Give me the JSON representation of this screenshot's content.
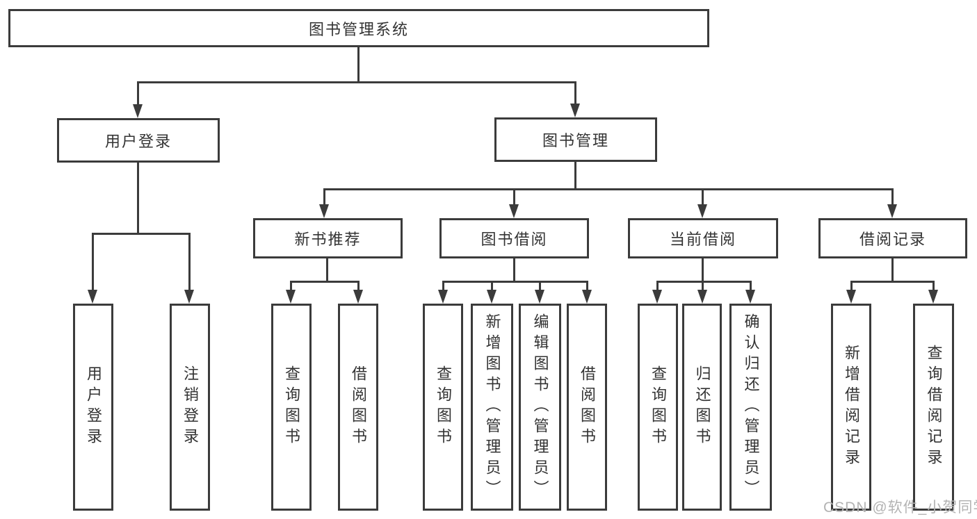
{
  "nodes": {
    "root": "图书管理系统",
    "user_login": "用户登录",
    "book_mgmt": "图书管理",
    "new_book_rec": "新书推荐",
    "book_borrow": "图书借阅",
    "current_borrow": "当前借阅",
    "borrow_record": "借阅记录",
    "leaf_user_login": "用户登录",
    "leaf_logout": "注销登录",
    "leaf_nbr_query": "查询图书",
    "leaf_nbr_borrow": "借阅图书",
    "leaf_bb_query": "查询图书",
    "leaf_bb_add": "新增图书（管理员）",
    "leaf_bb_edit": "编辑图书（管理员）",
    "leaf_bb_borrow": "借阅图书",
    "leaf_cb_query": "查询图书",
    "leaf_cb_return": "归还图书",
    "leaf_cb_confirm": "确认归还（管理员）",
    "leaf_br_add": "新增借阅记录",
    "leaf_br_query": "查询借阅记录"
  },
  "watermark": "CSDN @软件_小贺同学",
  "colors": {
    "line": "#3b3b3b",
    "text": "#333333",
    "background": "#ffffff",
    "watermark": "#b3b3b3"
  }
}
